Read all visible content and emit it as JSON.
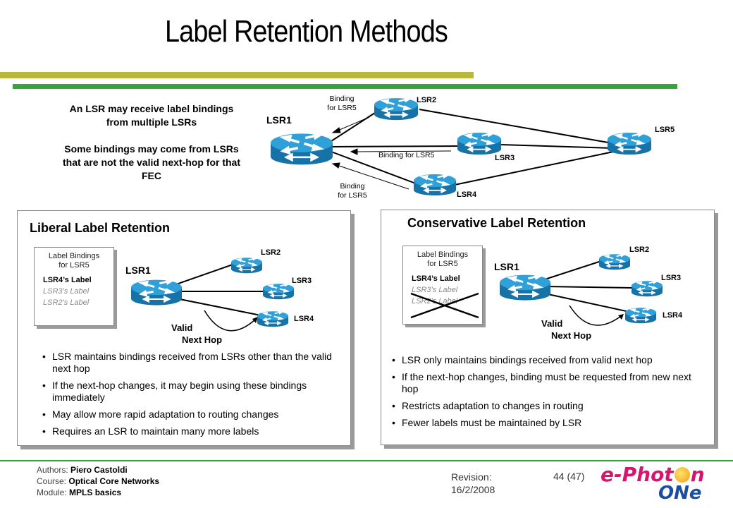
{
  "title": "Label Retention Methods",
  "colors": {
    "olive_bar": "#b9b73c",
    "green_bar": "#39a33c",
    "router_blue": "#1e8fc4",
    "logo_pink": "#d6166e",
    "logo_blue": "#1b4ea0"
  },
  "intro": {
    "line1": "An LSR may receive label bindings from multiple LSRs",
    "line2": "Some bindings may come from LSRs that are not the valid next-hop for that FEC"
  },
  "top_diagram": {
    "lsr1": "LSR1",
    "lsr2": "LSR2",
    "lsr3": "LSR3",
    "lsr4": "LSR4",
    "lsr5": "LSR5",
    "binding_top_1": "Binding",
    "binding_top_2": "for LSR5",
    "binding_mid": "Binding for LSR5",
    "binding_bottom_1": "Binding",
    "binding_bottom_2": "for LSR5"
  },
  "liberal": {
    "title": "Liberal Label Retention",
    "box_head_1": "Label Bindings",
    "box_head_2": "for LSR5",
    "row_lsr4": "LSR4’s Label",
    "row_lsr3": "LSR3’s Label",
    "row_lsr2": "LSR2’s Label",
    "lsr1": "LSR1",
    "lsr2": "LSR2",
    "lsr3": "LSR3",
    "lsr4": "LSR4",
    "valid": "Valid",
    "next_hop": "Next Hop",
    "bullets": [
      "LSR maintains bindings received from LSRs other than the valid next hop",
      "If the next-hop changes, it may begin using these bindings immediately",
      "May allow more rapid adaptation to routing changes",
      "Requires an LSR to maintain many more labels"
    ]
  },
  "conservative": {
    "title": "Conservative Label Retention",
    "box_head_1": "Label Bindings",
    "box_head_2": "for LSR5",
    "row_lsr4": "LSR4’s Label",
    "row_lsr3": "LSR3’s Label",
    "row_lsr2": "LSR2’s Label",
    "lsr1": "LSR1",
    "lsr2": "LSR2",
    "lsr3": "LSR3",
    "lsr4": "LSR4",
    "valid": "Valid",
    "next_hop": "Next Hop",
    "bullets": [
      "LSR only maintains bindings received from valid next hop",
      "If the next-hop changes, binding must be requested from new next hop",
      "Restricts adaptation to changes in routing",
      "Fewer labels must be maintained by LSR"
    ]
  },
  "footer": {
    "authors_label": "Authors:",
    "authors_value": "Piero Castoldi",
    "course_label": "Course:",
    "course_value": "Optical Core Networks",
    "module_label": "Module:",
    "module_value": "MPLS basics",
    "revision_label": "Revision:",
    "revision_date": "16/2/2008",
    "page": "44 (47)",
    "logo_top": "e-Phot",
    "logo_top_end": "n",
    "logo_bottom": "ONe"
  }
}
